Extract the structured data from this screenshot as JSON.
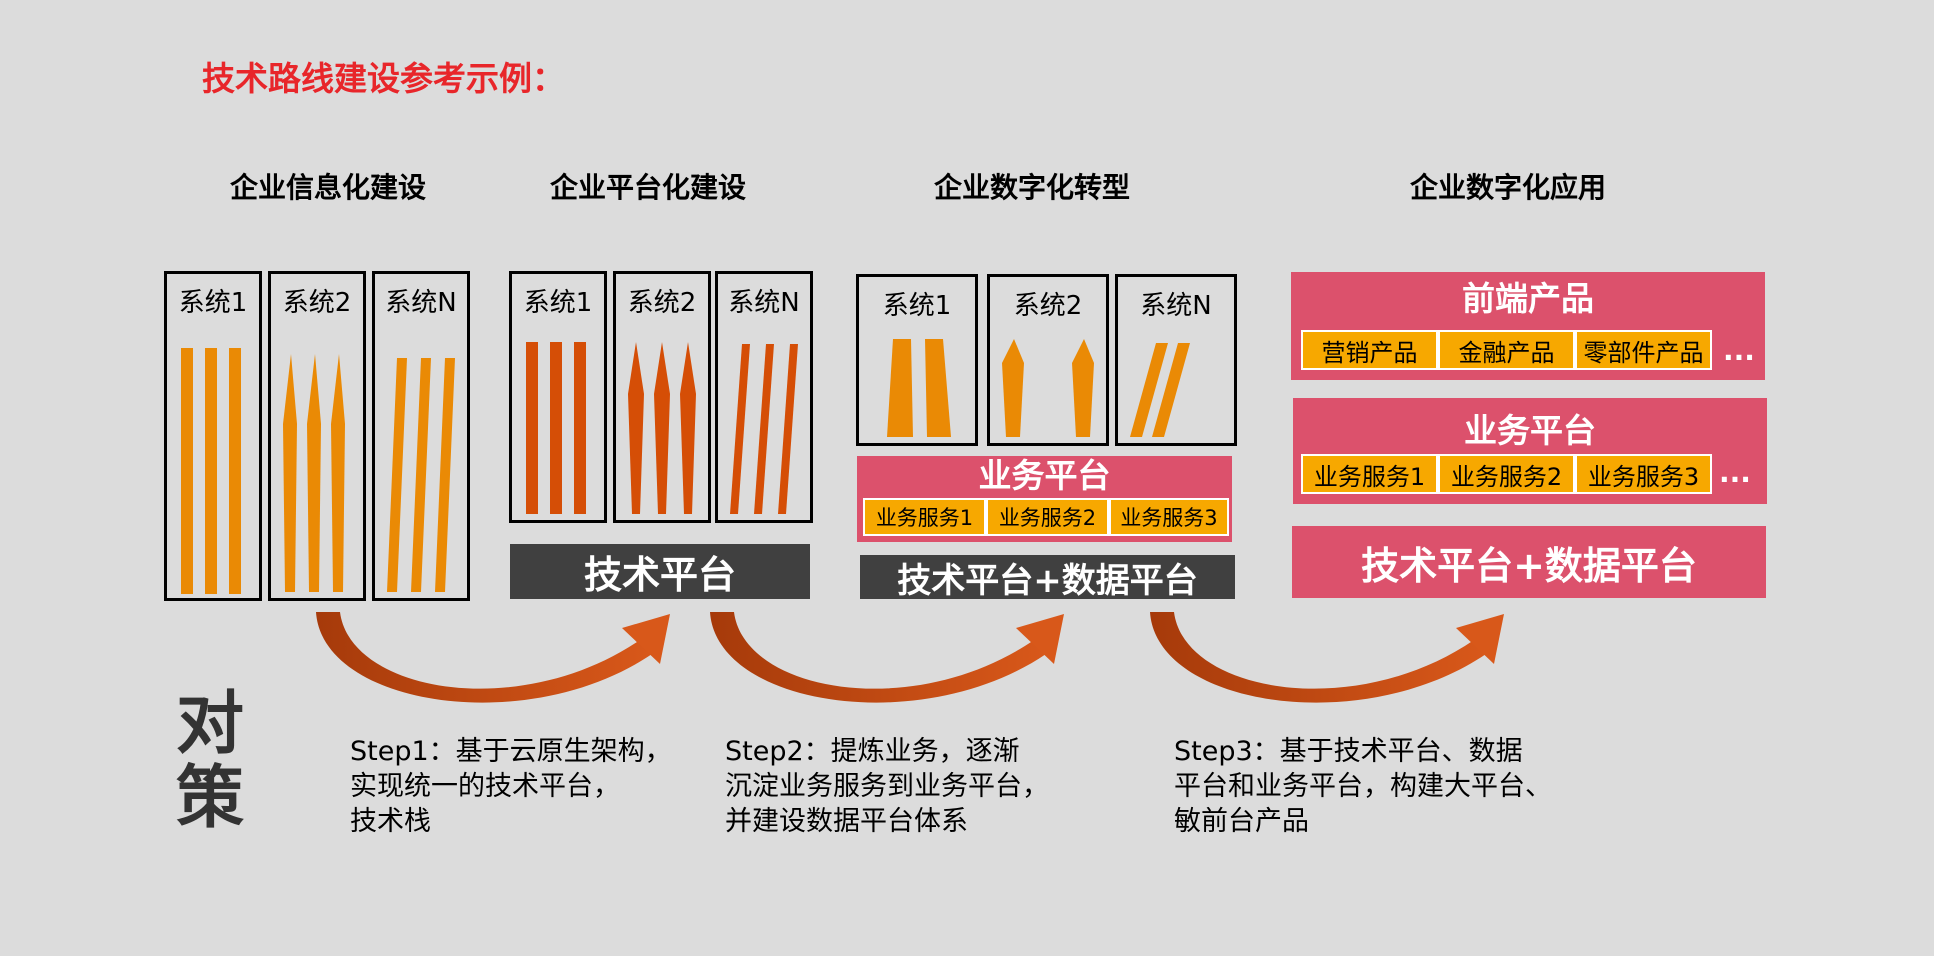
{
  "title": "技术路线建设参考示例：",
  "stages": [
    "企业信息化建设",
    "企业平台化建设",
    "企业数字化转型",
    "企业数字化应用"
  ],
  "systems": [
    "系统1",
    "系统2",
    "系统N"
  ],
  "biz_platform": {
    "title": "业务平台",
    "services": [
      "业务服务1",
      "业务服务2",
      "业务服务3"
    ]
  },
  "tech_platform": "技术平台",
  "tech_data_platform": "技术平台+数据平台",
  "frontend": {
    "title": "前端产品",
    "products": [
      "营销产品",
      "金融产品",
      "零部件产品"
    ],
    "ellipsis": "..."
  },
  "countermeasure": [
    "对",
    "策"
  ],
  "steps": [
    [
      "Step1：基于云原生架构，",
      "实现统一的技术平台，",
      "技术栈"
    ],
    [
      "Step2：提炼业务，逐渐",
      "沉淀业务服务到业务平台，",
      "并建设数据平台体系"
    ],
    [
      "Step3：基于技术平台、数据",
      "平台和业务平台，构建大平台、",
      "敏前台产品"
    ]
  ],
  "colors": {
    "title_red": "#e8262a",
    "orange": "#ea8a05",
    "dark_orange": "#d54e06",
    "pink": "#dc516c",
    "yellow": "#f7a800",
    "dark_gray": "#404040",
    "arrow": "#c84a10"
  }
}
